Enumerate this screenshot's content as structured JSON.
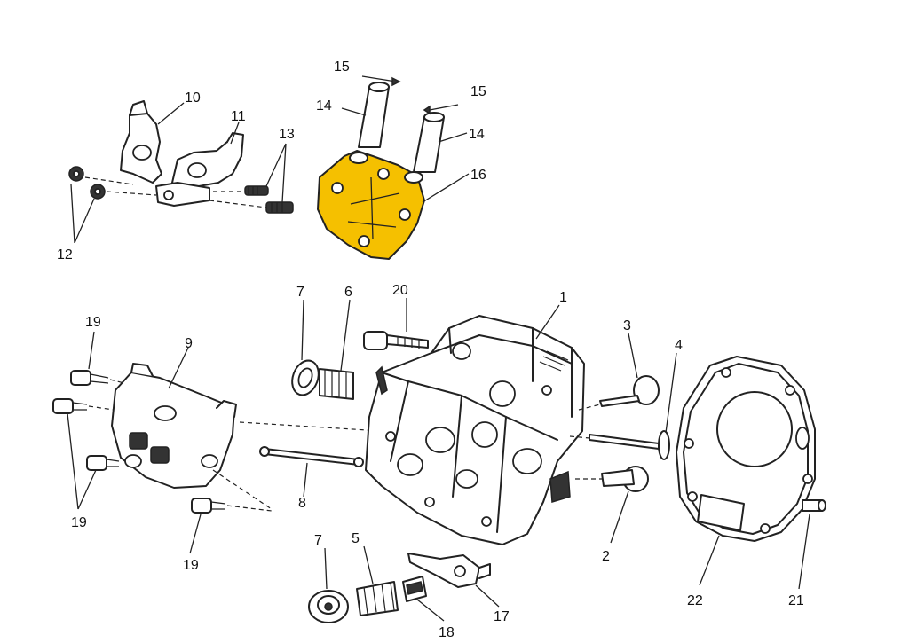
{
  "highlight_color": "#f5c000",
  "callouts": {
    "c1": "1",
    "c2": "2",
    "c3": "3",
    "c4": "4",
    "c5": "5",
    "c6": "6",
    "c7a": "7",
    "c7b": "7",
    "c8": "8",
    "c9": "9",
    "c10": "10",
    "c11": "11",
    "c12": "12",
    "c13": "13",
    "c14a": "14",
    "c14b": "14",
    "c15a": "15",
    "c15b": "15",
    "c16": "16",
    "c17": "17",
    "c18": "18",
    "c19a": "19",
    "c19b": "19",
    "c19c": "19",
    "c20": "20",
    "c21": "21",
    "c22": "22"
  }
}
